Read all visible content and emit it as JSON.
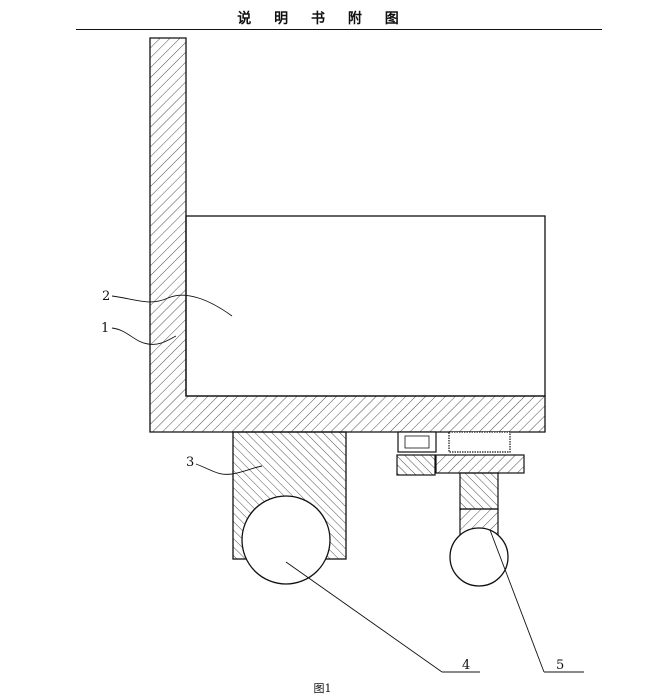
{
  "header": {
    "title": "说 明 书 附 图"
  },
  "figure": {
    "caption": "图1",
    "labels": {
      "l1": "1",
      "l2": "2",
      "l3": "3",
      "l4": "4",
      "l5": "5"
    }
  }
}
